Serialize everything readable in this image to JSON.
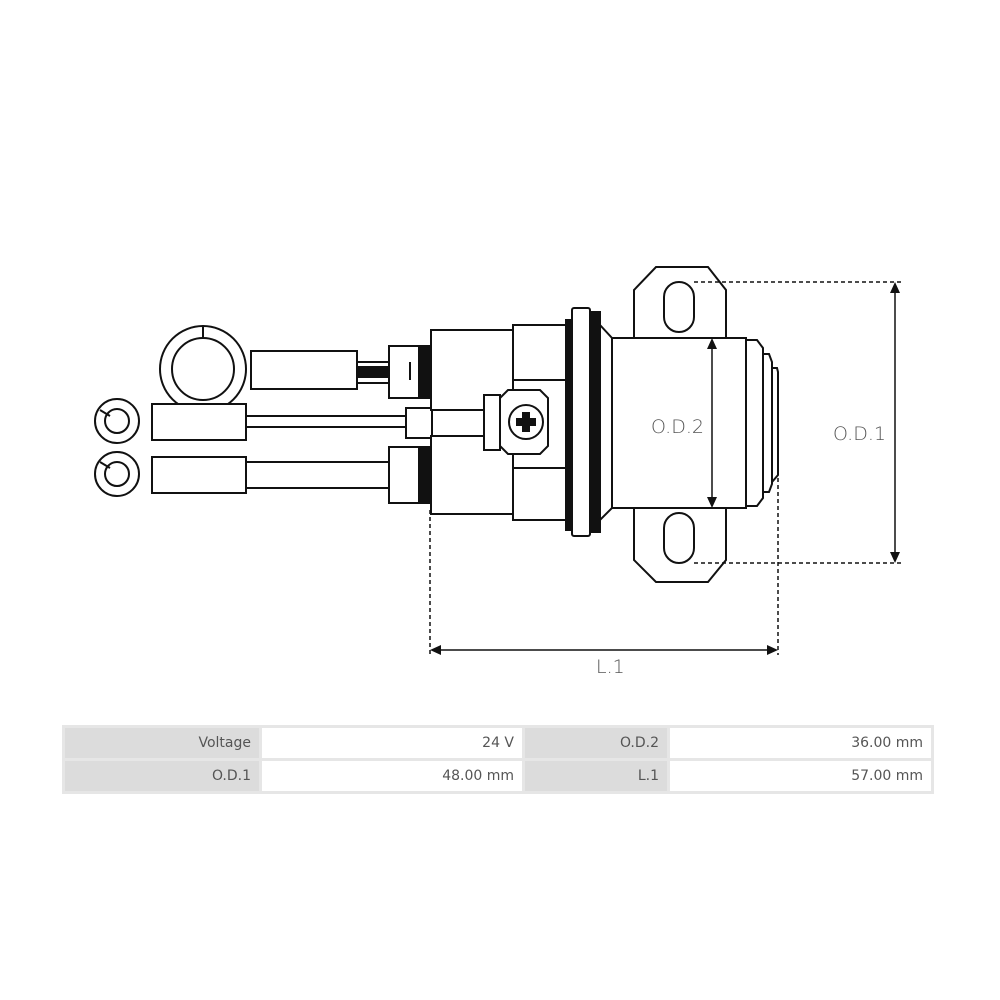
{
  "diagram": {
    "labels": {
      "od2": "O.D.2",
      "od1": "O.D.1",
      "l1": "L.1"
    },
    "terminal_marker": "I"
  },
  "specs": {
    "rows": [
      [
        {
          "key": "Voltage",
          "value": "24 V"
        },
        {
          "key": "O.D.2",
          "value": "36.00 mm"
        }
      ],
      [
        {
          "key": "O.D.1",
          "value": "48.00 mm"
        },
        {
          "key": "L.1",
          "value": "57.00 mm"
        }
      ]
    ]
  }
}
